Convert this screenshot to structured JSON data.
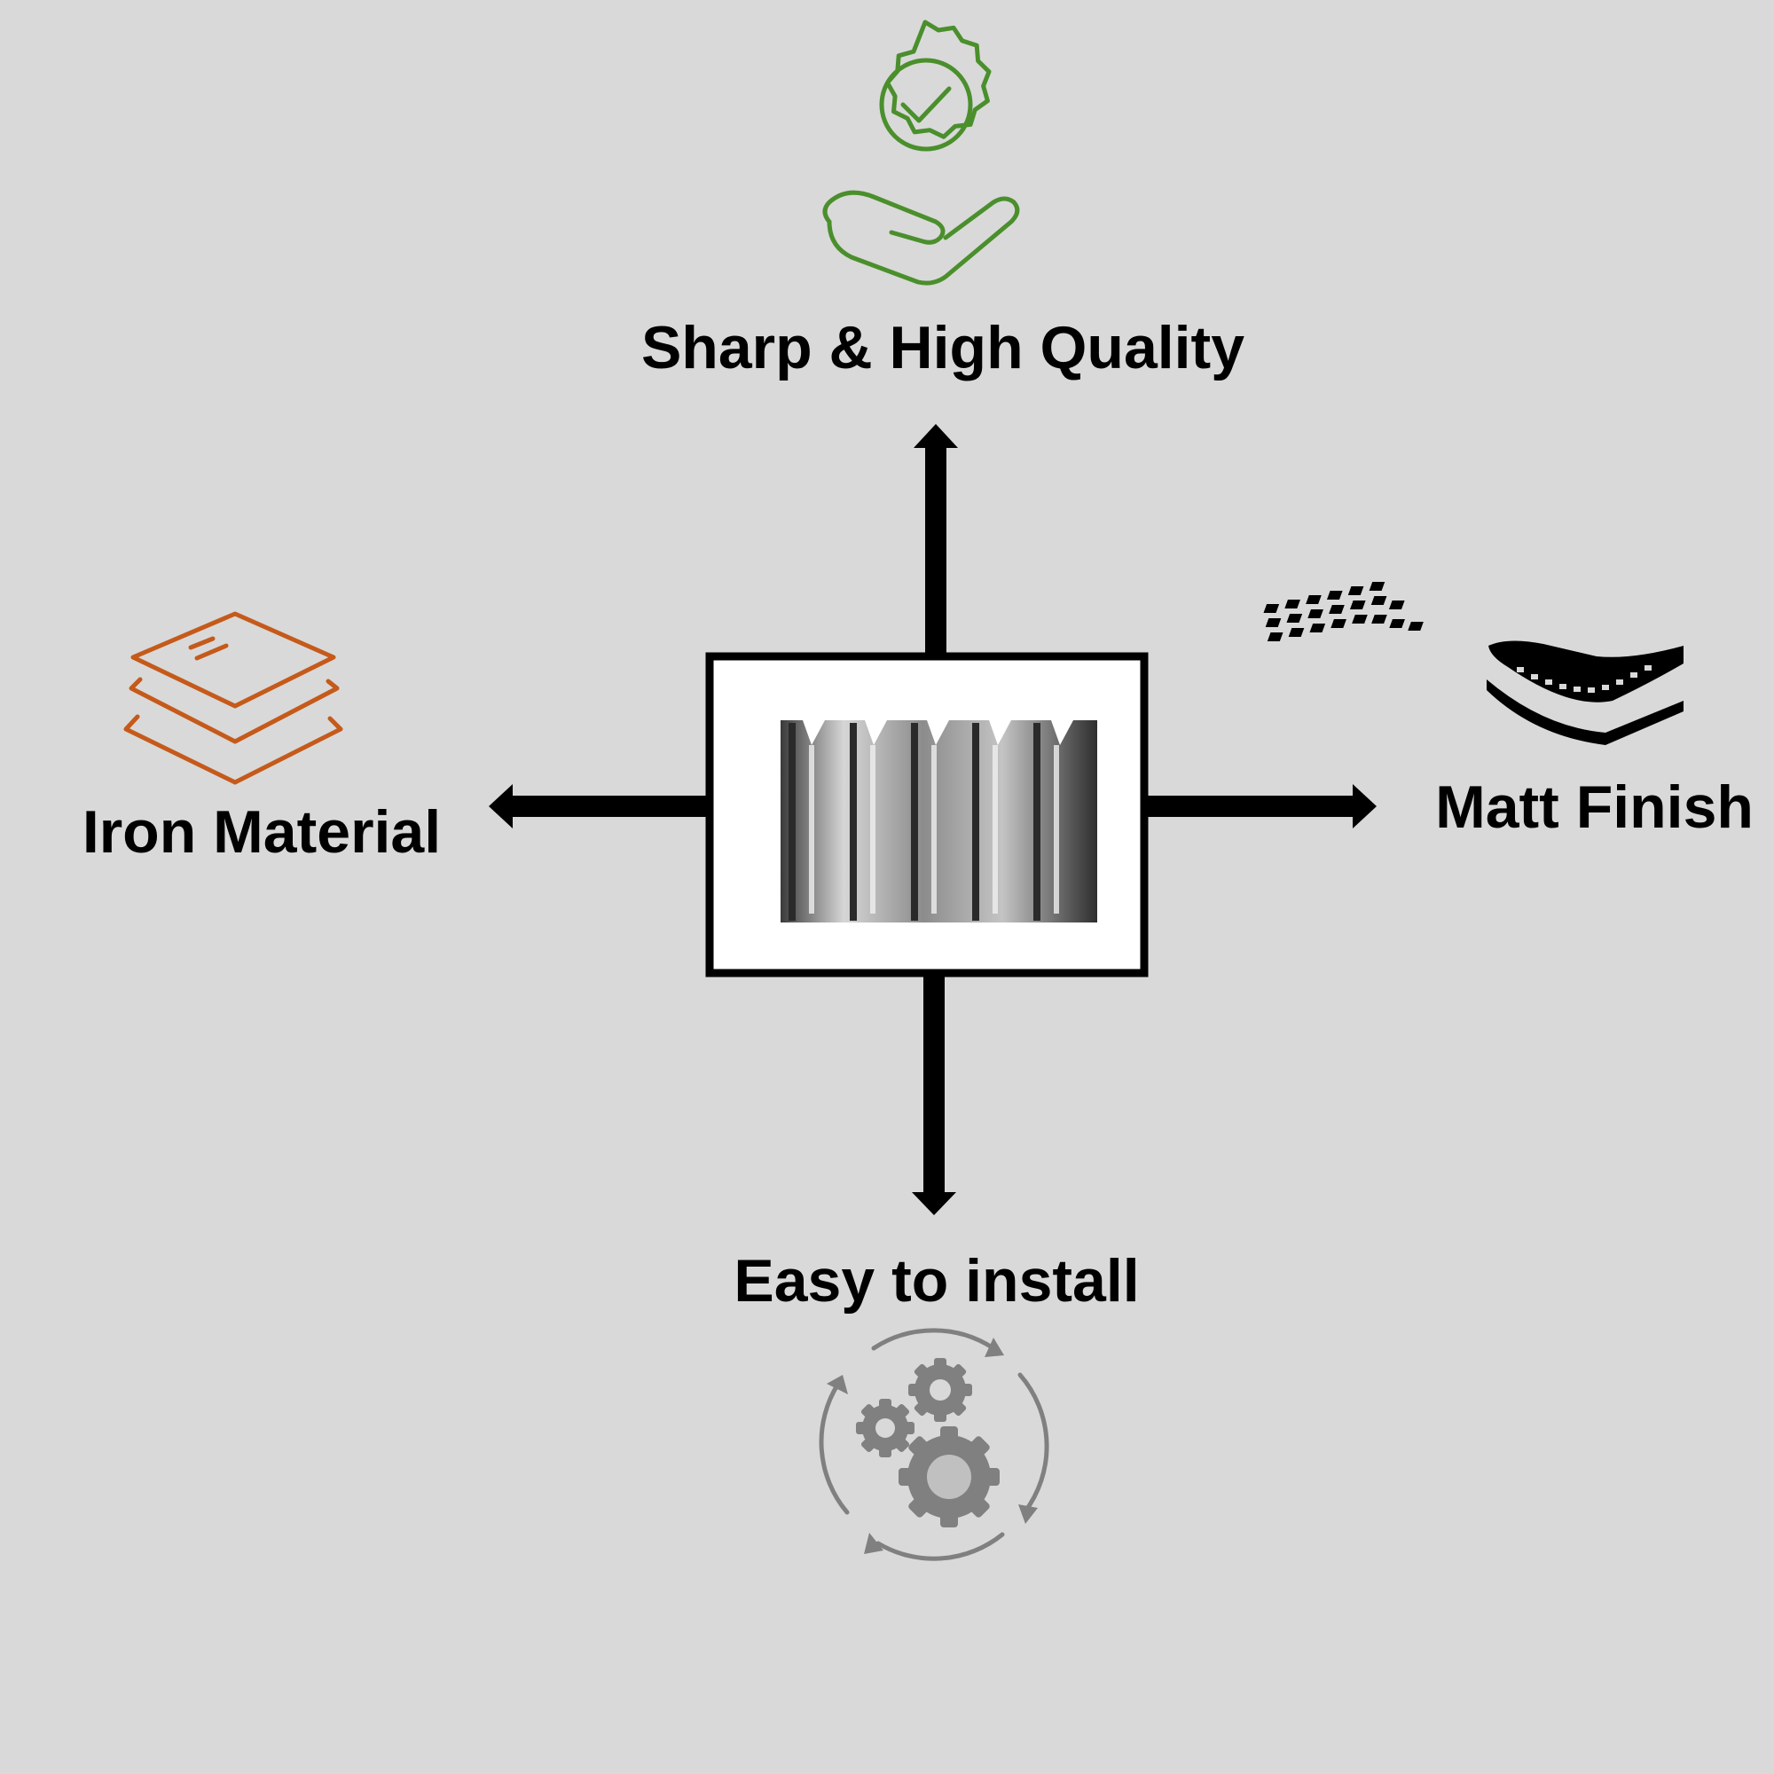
{
  "features": {
    "top": {
      "label": "Sharp & High Quality",
      "icon": "award-badge-on-hand-icon",
      "color": "#4a8f2c"
    },
    "left": {
      "label": "Iron Material",
      "icon": "layers-stack-icon",
      "color": "#c55a1a"
    },
    "right": {
      "label": "Matt Finish",
      "icon": "mesh-layers-icon",
      "color": "#000000"
    },
    "bottom": {
      "label": "Easy to install",
      "icon": "gears-cycle-icon",
      "color": "#808080"
    }
  },
  "center": {
    "image": "corrugated-metal-strip-photo"
  },
  "colors": {
    "background": "#d9d9d9",
    "arrow": "#000000",
    "text": "#000000"
  }
}
